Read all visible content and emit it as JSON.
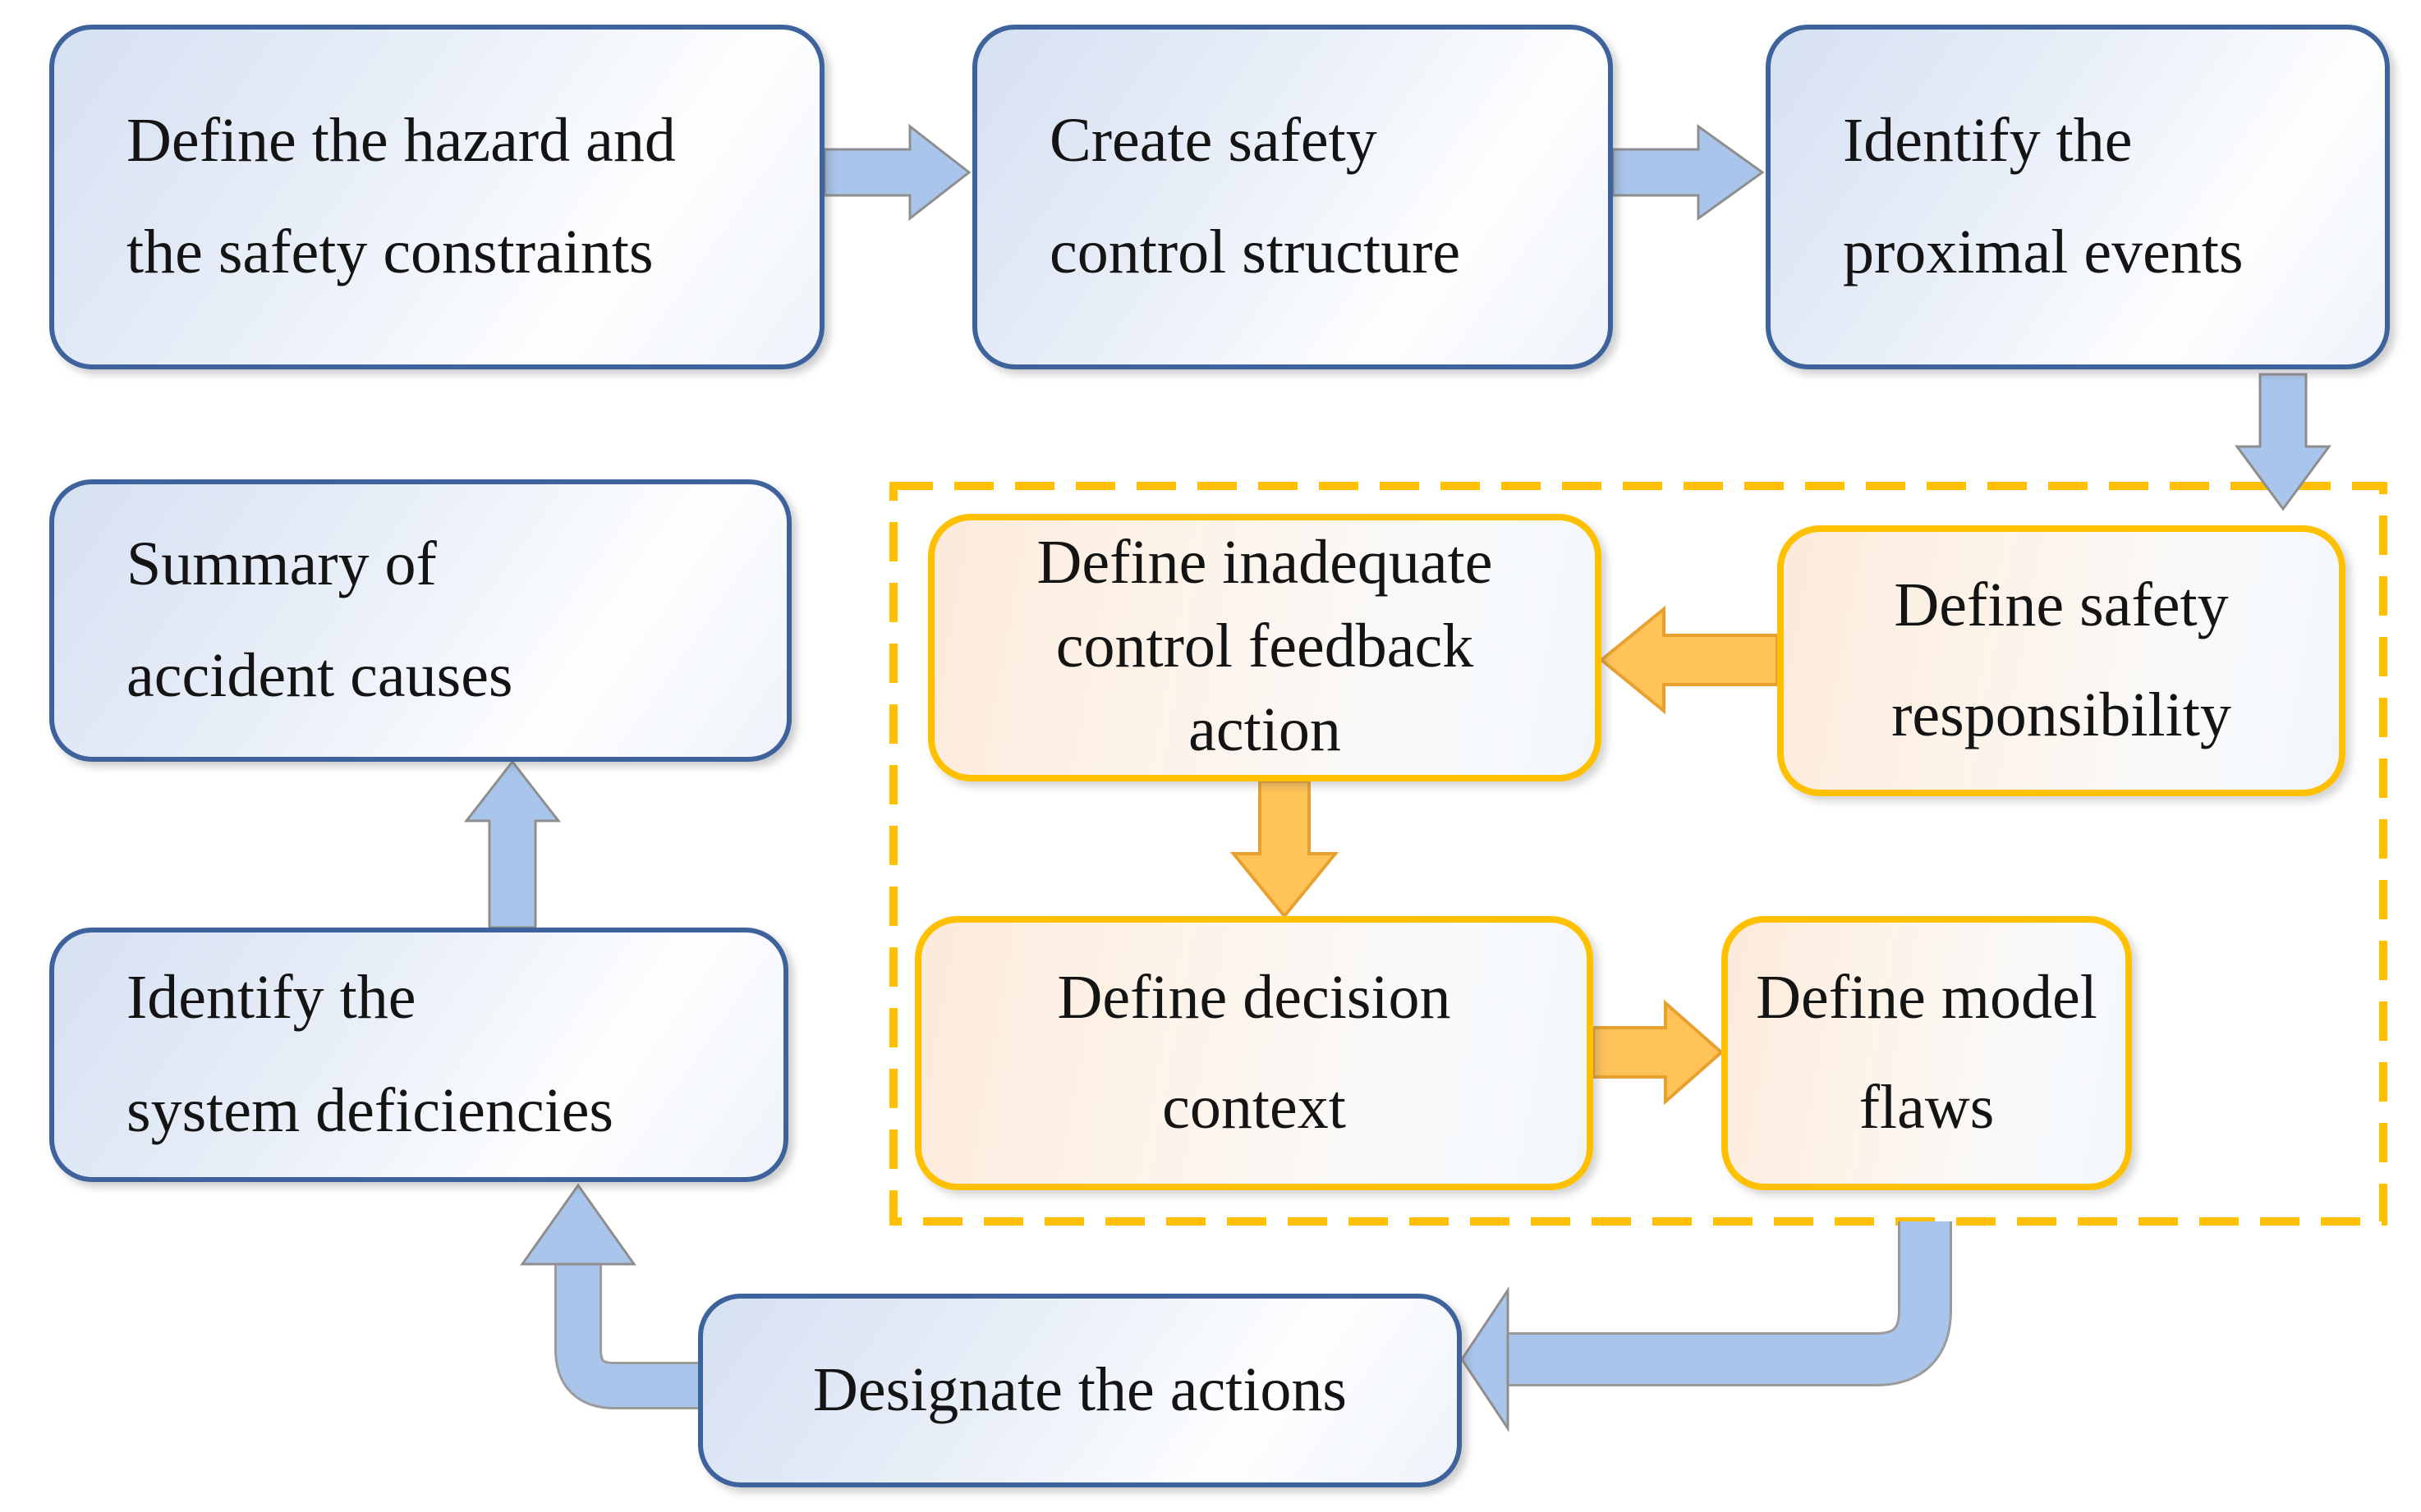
{
  "diagram_type": "flowchart",
  "colors": {
    "blue_box_border": "#3e639c",
    "blue_box_fill_start": "#d5e0f2",
    "blue_box_fill_end": "#fdfeff",
    "blue_arrow_fill": "#a9c5eb",
    "orange_box_border": "#ffc000",
    "orange_box_fill_start": "#fceadb",
    "orange_box_fill_end": "#f8fafc",
    "orange_arrow_fill": "#ffc358",
    "dashed_group_border": "#ffc000",
    "text": "#141414"
  },
  "nodes": {
    "hazard": {
      "label": "Define the hazard and\nthe safety constraints",
      "style": "blue"
    },
    "create_structure": {
      "label": "Create safety\ncontrol structure",
      "style": "blue"
    },
    "proximal_events": {
      "label": "Identify the\nproximal events",
      "style": "blue"
    },
    "summary": {
      "label": "Summary of\naccident causes",
      "style": "blue"
    },
    "system_deficiencies": {
      "label": "Identify the\nsystem deficiencies",
      "style": "blue"
    },
    "designate_actions": {
      "label": "Designate the actions",
      "style": "blue"
    },
    "inadequate_control": {
      "label": "Define inadequate\ncontrol feedback\naction",
      "style": "orange"
    },
    "safety_responsibility": {
      "label": "Define safety\nresponsibility",
      "style": "orange"
    },
    "decision_context": {
      "label": "Define decision\ncontext",
      "style": "orange"
    },
    "model_flaws": {
      "label": "Define model\nflaws",
      "style": "orange"
    }
  },
  "groups": [
    {
      "id": "analysis_group",
      "label": "",
      "style": "dashed-orange",
      "contains": [
        "inadequate_control",
        "safety_responsibility",
        "decision_context",
        "model_flaws"
      ]
    }
  ],
  "flow": [
    {
      "from": "hazard",
      "to": "create_structure",
      "color": "blue"
    },
    {
      "from": "create_structure",
      "to": "proximal_events",
      "color": "blue"
    },
    {
      "from": "proximal_events",
      "to": "analysis_group",
      "color": "blue"
    },
    {
      "from": "safety_responsibility",
      "to": "inadequate_control",
      "color": "orange"
    },
    {
      "from": "inadequate_control",
      "to": "decision_context",
      "color": "orange"
    },
    {
      "from": "decision_context",
      "to": "model_flaws",
      "color": "orange"
    },
    {
      "from": "model_flaws",
      "to": "designate_actions",
      "color": "blue"
    },
    {
      "from": "designate_actions",
      "to": "system_deficiencies",
      "color": "blue"
    },
    {
      "from": "system_deficiencies",
      "to": "summary",
      "color": "blue"
    }
  ]
}
